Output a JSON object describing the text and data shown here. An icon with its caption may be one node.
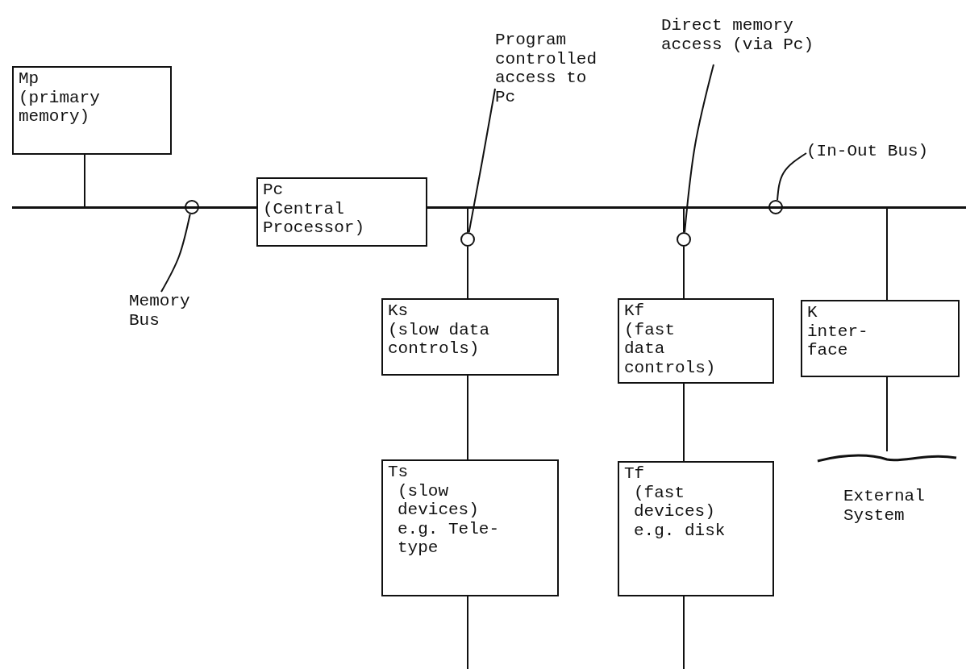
{
  "diagram": {
    "nodes": [
      {
        "text": [
          "Mp",
          "(primary memory)"
        ]
      },
      {
        "text": [
          "Pc",
          "(Central Processor)"
        ]
      },
      {
        "text": [
          "Ks",
          "(slow data controls)"
        ]
      },
      {
        "text": [
          "Kf",
          "(fast data controls)"
        ]
      },
      {
        "text": [
          "K",
          "inter- face"
        ]
      },
      {
        "text": [
          "Ts",
          "(slow devices)",
          "e.g. Tele- type"
        ]
      },
      {
        "text": [
          "Tf",
          "(fast devices)",
          "e.g. disk"
        ]
      },
      {
        "text": [
          "External System"
        ]
      },
      {
        "text": [],
        "shape": "bar"
      },
      {
        "text": [],
        "shape": "bar"
      },
      {
        "text": [],
        "shape": "circle"
      },
      {
        "text": [],
        "shape": "circle"
      },
      {
        "text": [],
        "shape": "circle"
      },
      {
        "text": [],
        "shape": "circle"
      },
      {
        "text": [
          "Memory Bus"
        ]
      },
      {
        "text": [
          "Program controlled access to Pc"
        ]
      },
      {
        "text": [
          "Direct memory access (via Pc)"
        ]
      },
      {
        "text": [
          "(In-Out Bus)"
        ]
      }
    ],
    "edges": [
      {
        "from": 0,
        "to": 8,
        "arrow": "none"
      },
      {
        "from": 2,
        "to": 11,
        "arrow": "none"
      },
      {
        "from": 11,
        "to": 9,
        "arrow": "none"
      },
      {
        "from": 3,
        "to": 12,
        "arrow": "none"
      },
      {
        "from": 12,
        "to": 9,
        "arrow": "none"
      },
      {
        "from": 4,
        "to": 9,
        "arrow": "none"
      },
      {
        "from": 5,
        "to": 2,
        "arrow": "none"
      },
      {
        "from": 6,
        "to": 3,
        "arrow": "none"
      },
      {
        "from": 4,
        "to": 7,
        "arrow": "none"
      },
      {
        "from": 5,
        "to": null,
        "arrow": "none"
      },
      {
        "from": 6,
        "to": null,
        "arrow": "none"
      },
      {
        "from": 14,
        "to": 10,
        "arrow": "none"
      },
      {
        "from": 15,
        "to": 11,
        "arrow": "none"
      },
      {
        "from": 16,
        "to": 12,
        "arrow": "none"
      },
      {
        "from": 17,
        "to": 13,
        "arrow": "none"
      }
    ]
  }
}
